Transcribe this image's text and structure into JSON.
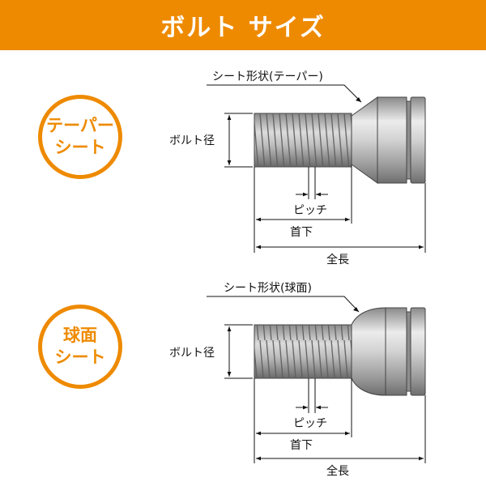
{
  "header": {
    "title": "ボルト サイズ"
  },
  "colors": {
    "accent": "#ee8a00",
    "metal_light": "#e4e4e4",
    "metal_dark": "#7b7b7b",
    "line": "#111111"
  },
  "taper_section": {
    "badge_line1": "テーパー",
    "badge_line2": "シート",
    "seat_label": "シート形状(テーパー)",
    "diameter_label": "ボルト径",
    "pitch_label": "ピッチ",
    "neck_label": "首下",
    "total_label": "全長"
  },
  "sphere_section": {
    "badge_line1": "球面",
    "badge_line2": "シート",
    "seat_label": "シート形状(球面)",
    "diameter_label": "ボルト径",
    "pitch_label": "ピッチ",
    "neck_label": "首下",
    "total_label": "全長"
  }
}
